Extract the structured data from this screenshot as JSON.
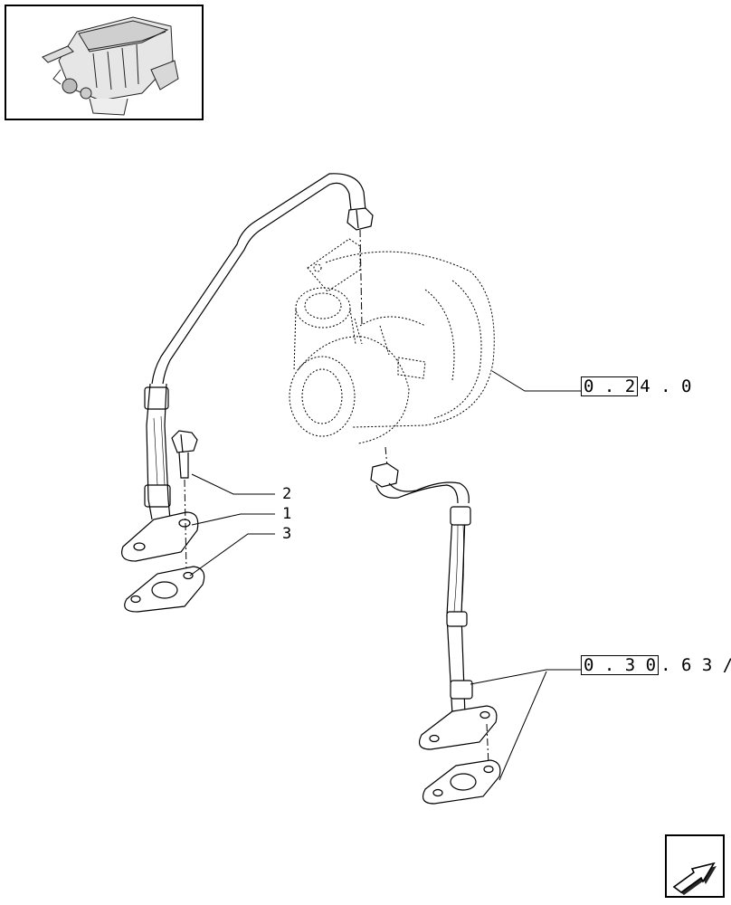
{
  "callouts": {
    "item_2": "2",
    "item_1": "1",
    "item_3": "3"
  },
  "references": {
    "turbo_ref_boxed": "0 . 2",
    "turbo_ref_tail": "4 . 0",
    "drain_ref_boxed": "0 . 3 0",
    "drain_ref_tail": ". 6 3 /"
  },
  "icons": {
    "thumbnail": "engine-thumbnail-icon",
    "navigation": "next-page-arrow-icon"
  }
}
